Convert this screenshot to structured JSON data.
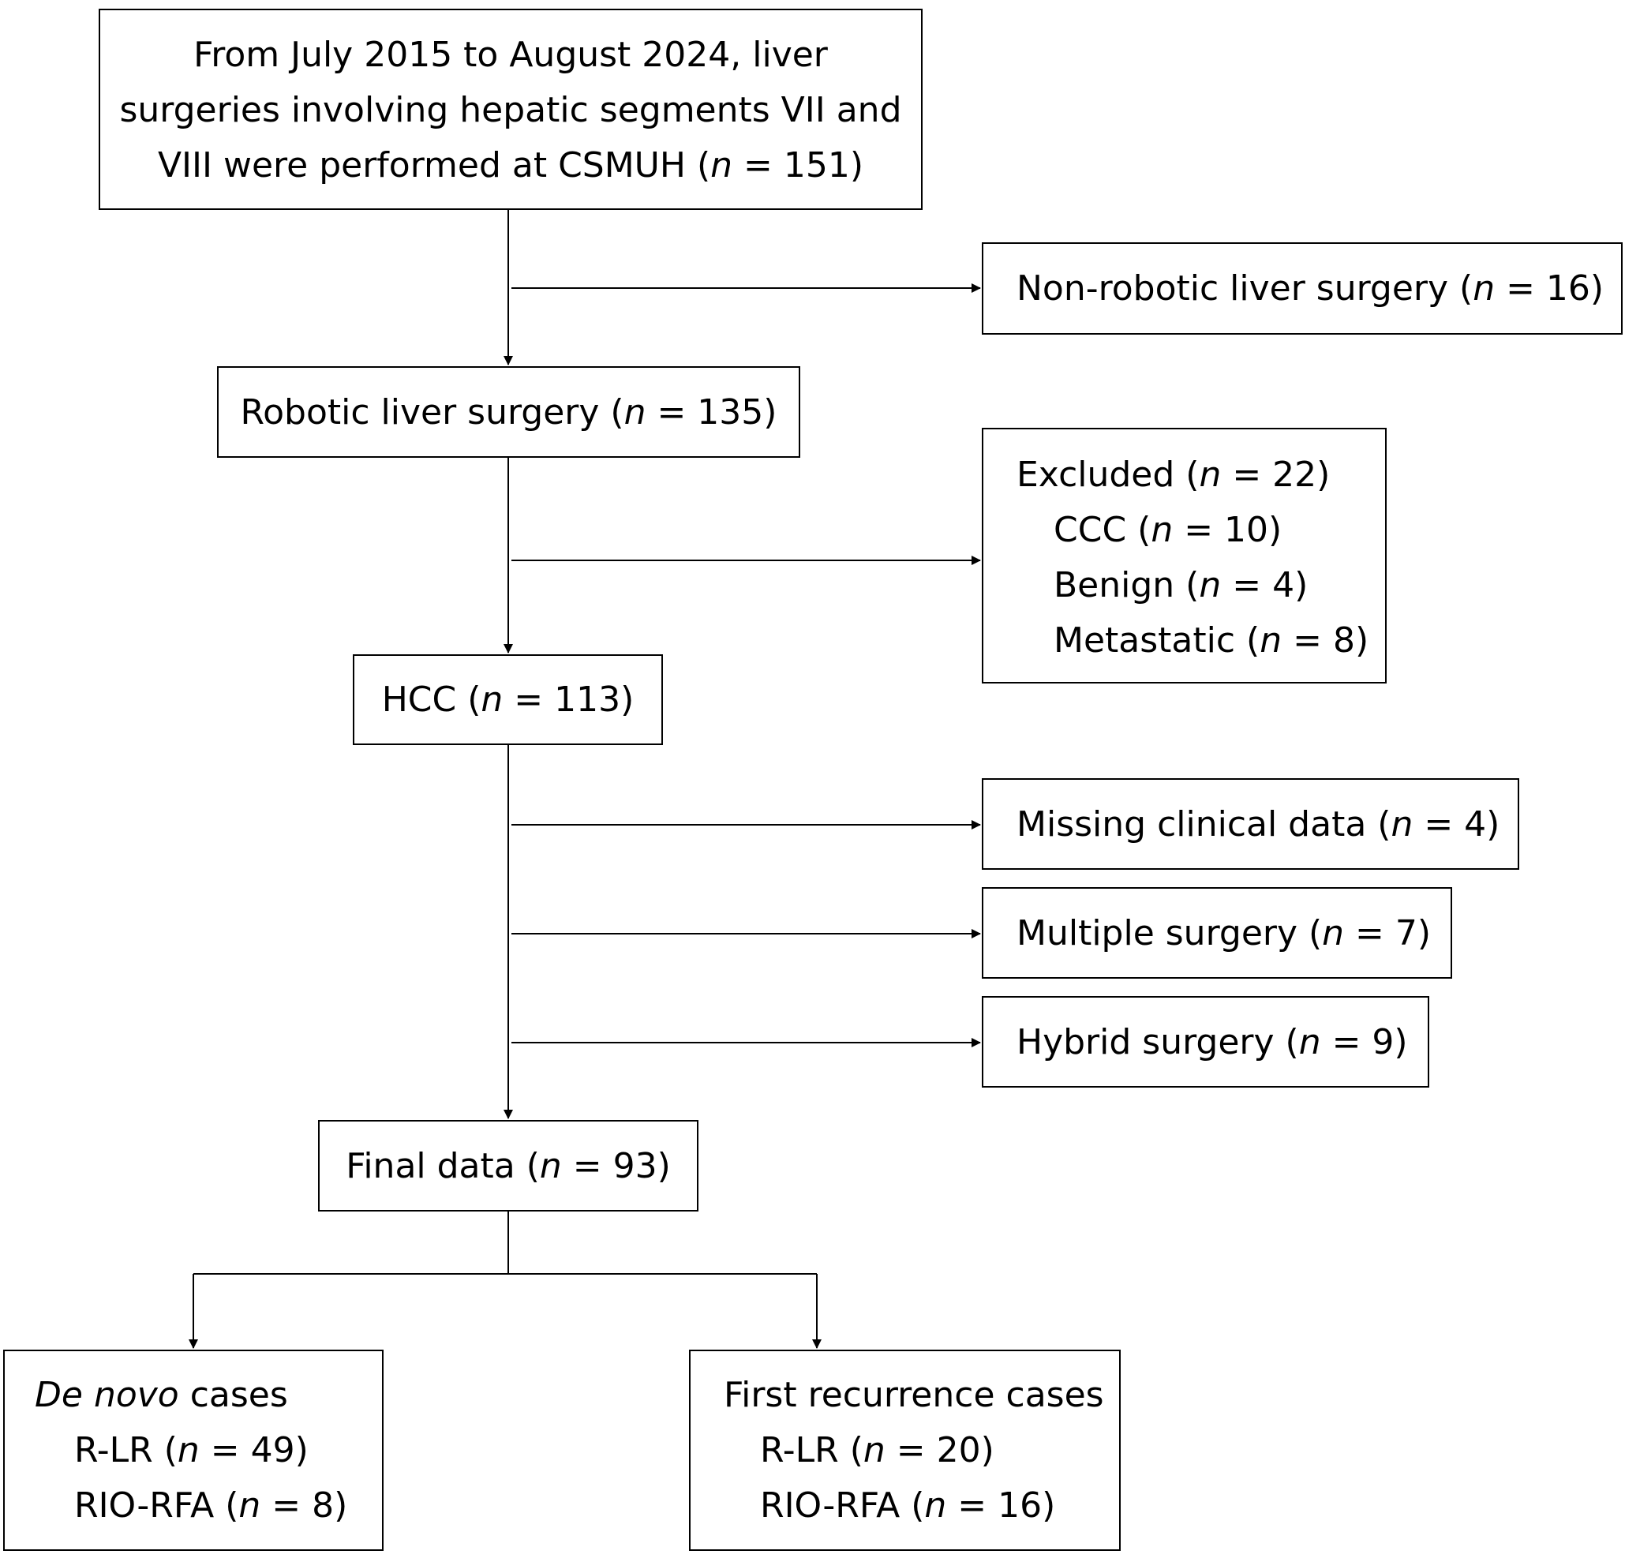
{
  "start": {
    "lines": [
      "From July 2015 to August 2024, liver",
      "surgeries involving hepatic segments VII and",
      "VIII were performed at CSMUH ("
    ],
    "n_var": "n",
    "n_rest": " = 151)"
  },
  "nonrobotic": {
    "pre": "Non-robotic liver surgery (",
    "n_var": "n",
    "post": " = 16)"
  },
  "robotic": {
    "pre": "Robotic liver surgery (",
    "n_var": "n",
    "post": " = 135)"
  },
  "excluded": {
    "head": {
      "pre": "Excluded (",
      "n_var": "n",
      "post": " = 22)"
    },
    "items": [
      {
        "pre": "CCC (",
        "n_var": "n",
        "post": " = 10)"
      },
      {
        "pre": "Benign (",
        "n_var": "n",
        "post": " = 4)"
      },
      {
        "pre": "Metastatic (",
        "n_var": "n",
        "post": " = 8)"
      }
    ]
  },
  "hcc": {
    "pre": "HCC (",
    "n_var": "n",
    "post": " = 113)"
  },
  "missing": {
    "pre": "Missing clinical data (",
    "n_var": "n",
    "post": " = 4)"
  },
  "multiple": {
    "pre": "Multiple surgery (",
    "n_var": "n",
    "post": " = 7)"
  },
  "hybrid": {
    "pre": "Hybrid surgery (",
    "n_var": "n",
    "post": " = 9)"
  },
  "final": {
    "pre": "Final data (",
    "n_var": "n",
    "post": " = 93)"
  },
  "denovo": {
    "title_italic": "De novo",
    "title_rest": " cases",
    "items": [
      {
        "pre": "R-LR (",
        "n_var": "n",
        "post": " = 49)"
      },
      {
        "pre": "RIO-RFA (",
        "n_var": "n",
        "post": " = 8)"
      }
    ]
  },
  "recurrence": {
    "title": "First recurrence cases",
    "items": [
      {
        "pre": "R-LR (",
        "n_var": "n",
        "post": " = 20)"
      },
      {
        "pre": "RIO-RFA (",
        "n_var": "n",
        "post": " = 16)"
      }
    ]
  },
  "colors": {
    "line": "#000000",
    "background": "#ffffff"
  }
}
